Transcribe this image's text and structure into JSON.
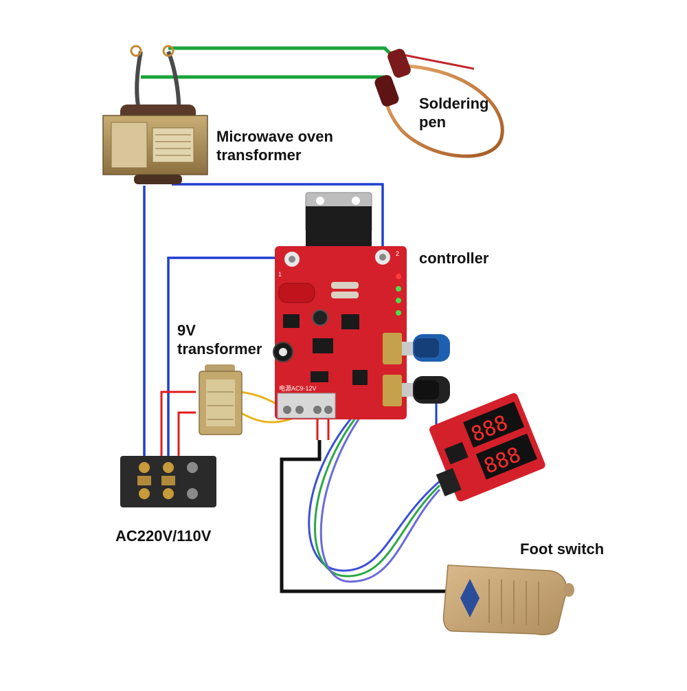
{
  "labels": {
    "microwave_transformer": [
      "Microwave oven",
      "transformer"
    ],
    "soldering_pen": [
      "Soldering",
      "pen"
    ],
    "controller": "controller",
    "transformer_9v": [
      "9V",
      "transformer"
    ],
    "mains": "AC220V/110V",
    "foot_switch": "Foot switch"
  },
  "board_markings": {
    "power_input": "电源AC9-12V",
    "terminal_1": "1",
    "terminal_2": "2"
  },
  "display_digits": {
    "top": "888",
    "bottom": "888"
  },
  "colors": {
    "wire_secondary": "#1aa33a",
    "wire_primary": "#1f3fd1",
    "wire_low_voltage": "#e01b1b",
    "wire_9v_output": "#e8b21c",
    "wire_foot_switch": "#111111",
    "ribbon": [
      "#3b4fd6",
      "#2aa845",
      "#6a6ad8"
    ],
    "pcb": "#d4202a",
    "foot_switch": "#c9a77a",
    "transformer_core": "#a88b55"
  }
}
